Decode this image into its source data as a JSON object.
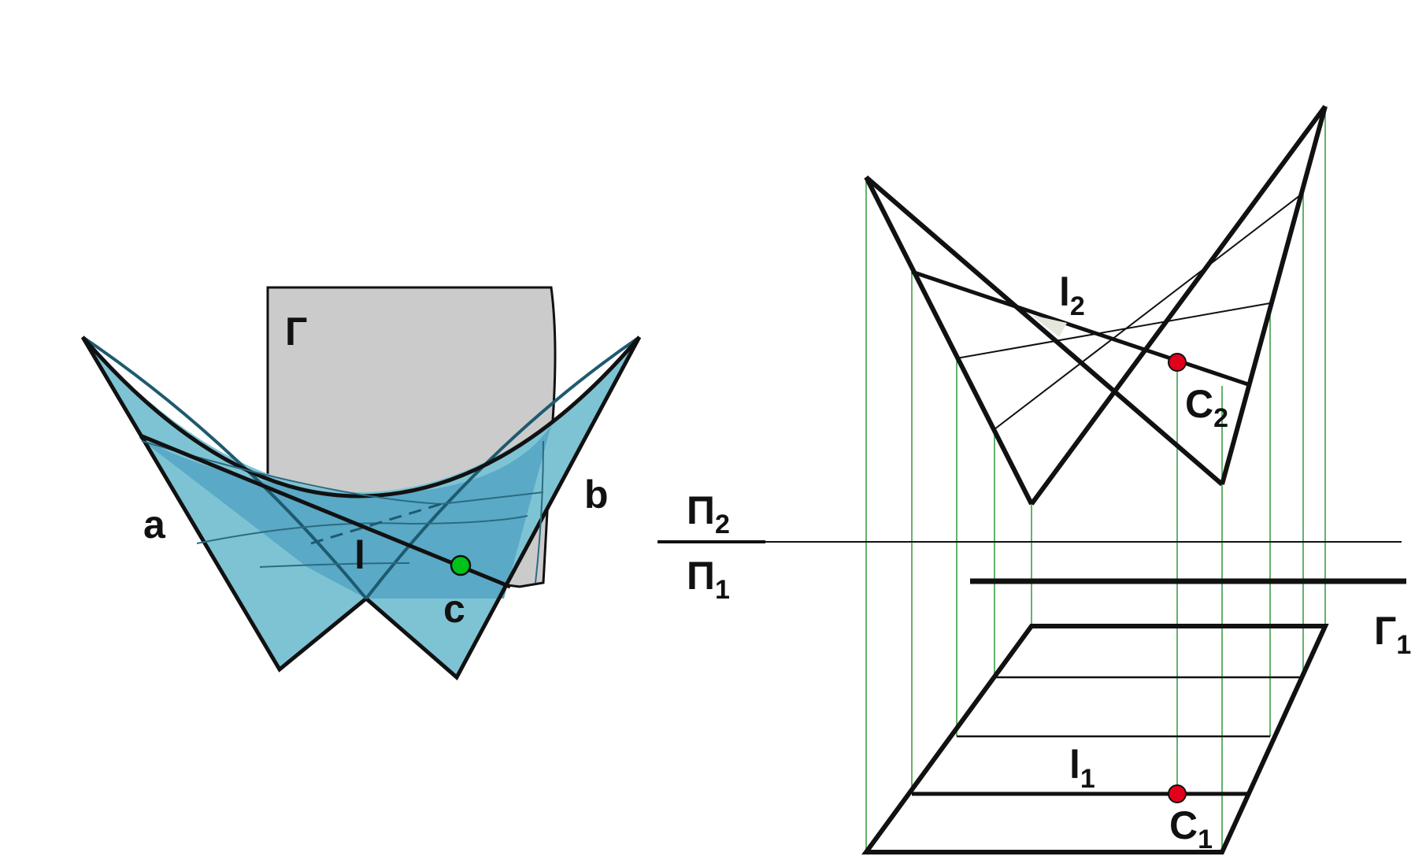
{
  "left_figure": {
    "plane_label": "Г",
    "curve_a": "a",
    "curve_b": "b",
    "line_label": "l",
    "point_label": "c"
  },
  "right_figure": {
    "line_l2": {
      "base": "l",
      "sub": "2"
    },
    "point_c2": {
      "base": "C",
      "sub": "2"
    },
    "line_l1": {
      "base": "l",
      "sub": "1"
    },
    "point_c1": {
      "base": "C",
      "sub": "1"
    },
    "plane_trace": {
      "base": "Г",
      "sub": "1"
    },
    "pi2": {
      "base": "П",
      "sub": "2"
    },
    "pi1": {
      "base": "П",
      "sub": "1"
    }
  },
  "colors": {
    "surface_fill": "#7ec3d3",
    "surface_inner": "#5aa9c6",
    "plane_fill": "#cbcbcb",
    "stroke": "#111111",
    "link_lines": "#2e9a3a",
    "point_green": "#00c21a",
    "point_red": "#e3001b"
  }
}
